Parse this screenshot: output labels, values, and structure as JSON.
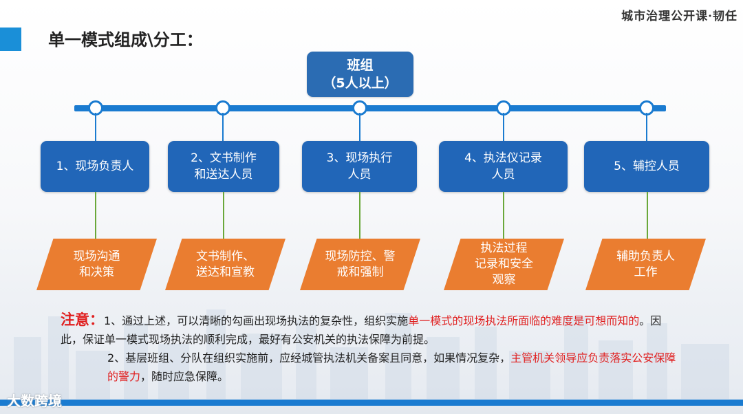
{
  "corner_title": "城市治理公开课·韧任",
  "heading": "单一模式组成\\分工：",
  "root": {
    "line1": "班组",
    "line2": "（5人以上）"
  },
  "roles": [
    {
      "line1": "1、现场负责人",
      "line2": ""
    },
    {
      "line1": "2、文书制作",
      "line2": "和送达人员"
    },
    {
      "line1": "3、现场执行",
      "line2": "人员"
    },
    {
      "line1": "4、执法仪记录",
      "line2": "人员"
    },
    {
      "line1": "5、辅控人员",
      "line2": ""
    }
  ],
  "duties": [
    {
      "lines": [
        "现场沟通",
        "和决策"
      ]
    },
    {
      "lines": [
        "文书制作、",
        "送达和宣教"
      ]
    },
    {
      "lines": [
        "现场防控、警",
        "戒和强制"
      ]
    },
    {
      "lines": [
        "执法过程",
        "记录和安全",
        "观察"
      ]
    },
    {
      "lines": [
        "辅助负责人",
        "工作"
      ]
    }
  ],
  "note": {
    "label": "注意：",
    "p1_a": "1、通过上述，可以清晰的勾画出现场执法的复杂性，组织实施",
    "p1_red": "单一模式的现场执法所面临的难度是可想而知的",
    "p1_b": "。因此，保证单一模式现场执法的顺利完成，最好有公安机关的执法保障为前提。",
    "p2_a": "2、基层班组、分队在组织实施前，应经城管执法机关备案且同意，如果情况复杂，",
    "p2_red": "主管机关领导应负责落实公安保障的警力",
    "p2_b": "，随时应急保障。"
  },
  "watermark": "大数跨境",
  "colors": {
    "blue_box": "#2166b8",
    "orange_box": "#ea7d30",
    "bus": "#1a7bd0",
    "link_green": "#6aa83a",
    "note_red": "#e02020"
  }
}
